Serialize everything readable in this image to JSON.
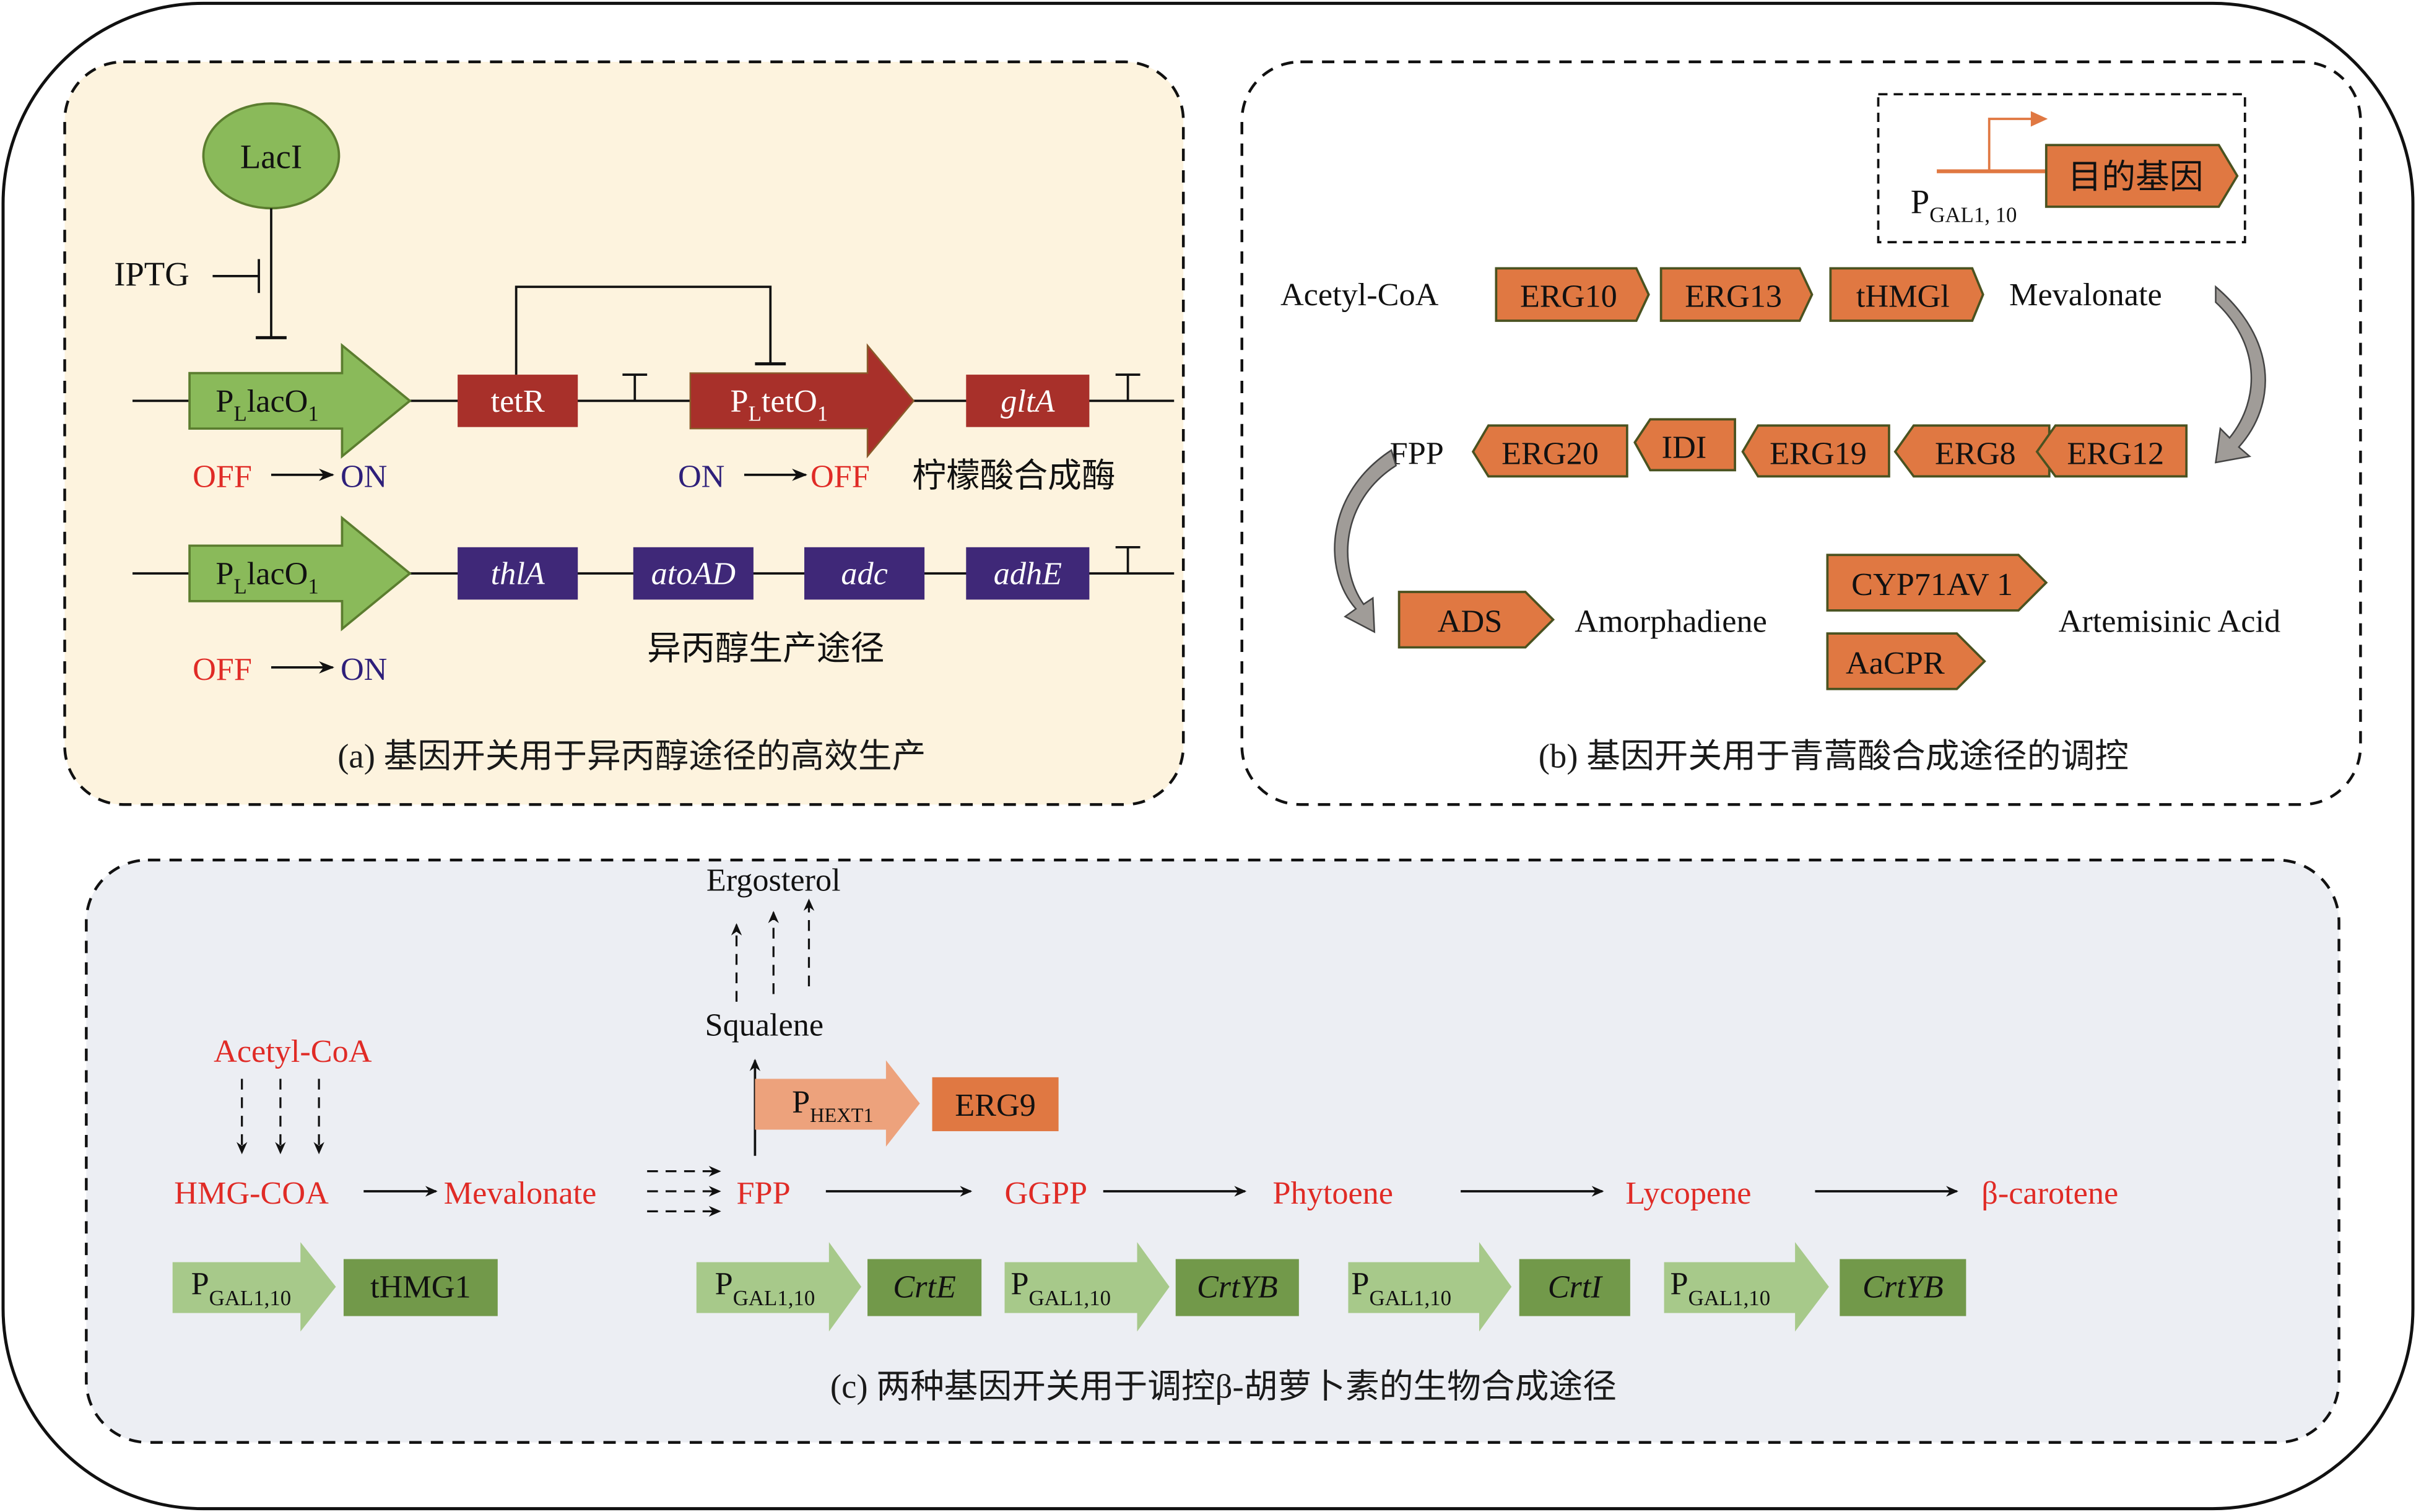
{
  "colors": {
    "panel_a_bg": "#fdf3de",
    "panel_c_bg": "#eceef3",
    "promoter_green": "#8aba5a",
    "promoter_green_border": "#5b7d2f",
    "repressor_red": "#a8302a",
    "gene_purple": "#3f2878",
    "gene_orange": "#e07842",
    "gene_orange_border": "#4a5220",
    "light_green": "#a7c98a",
    "dark_green": "#72994a",
    "salmon": "#eda27c",
    "text_red": "#e02b26",
    "text_blue": "#2e1f7a",
    "gray_arrow": "#a09c98"
  },
  "panel_a": {
    "caption": "(a) 基因开关用于异丙醇途径的高效生产",
    "laci": "LacI",
    "iptg": "IPTG",
    "row1": {
      "promoter1": {
        "p": "P",
        "sub1": "L",
        "rest": "lacO",
        "sub2": "1"
      },
      "gene1": "tetR",
      "promoter2": {
        "p": "P",
        "sub1": "L",
        "rest": "tetO",
        "sub2": "1"
      },
      "gene2": "gltA",
      "state1": {
        "from": "OFF",
        "to": "ON"
      },
      "state2": {
        "from": "ON",
        "to": "OFF"
      },
      "gene2_note": "柠檬酸合成酶"
    },
    "row2": {
      "promoter": {
        "p": "P",
        "sub1": "L",
        "rest": "lacO",
        "sub2": "1"
      },
      "genes": [
        "thlA",
        "atoAD",
        "adc",
        "adhE"
      ],
      "state": {
        "from": "OFF",
        "to": "ON"
      },
      "note": "异丙醇生产途径"
    }
  },
  "panel_b": {
    "caption": "(b) 基因开关用于青蒿酸合成途径的调控",
    "legend": {
      "promoter_p": "P",
      "promoter_sub": "GAL1, 10",
      "gene": "目的基因"
    },
    "row1": {
      "start": "Acetyl-CoA",
      "genes": [
        "ERG10",
        "ERG13",
        "tHMGl"
      ],
      "end": "Mevalonate"
    },
    "row2": {
      "start": "FPP",
      "genes": [
        "ERG20",
        "IDI",
        "ERG19",
        "ERG8",
        "ERG12"
      ]
    },
    "row3": {
      "gene1": "ADS",
      "mid": "Amorphadiene",
      "genes": [
        "CYP71AV 1",
        "AaCPR"
      ],
      "end": "Artemisinic Acid"
    }
  },
  "panel_c": {
    "caption": "(c) 两种基因开关用于调控β-胡萝卜素的生物合成途径",
    "ergosterol": "Ergosterol",
    "squalene": "Squalene",
    "acetyl_coa": "Acetyl-CoA",
    "hext_promoter": {
      "p": "P",
      "sub": "HEXT1"
    },
    "erg9": "ERG9",
    "pathway": [
      "HMG-COA",
      "Mevalonate",
      "FPP",
      "GGPP",
      "Phytoene",
      "Lycopene",
      "β-carotene"
    ],
    "gal_promoter": {
      "p": "P",
      "sub": "GAL1,10"
    },
    "cassettes": [
      "tHMG1",
      "CrtE",
      "CrtYB",
      "CrtI",
      "CrtYB"
    ]
  }
}
